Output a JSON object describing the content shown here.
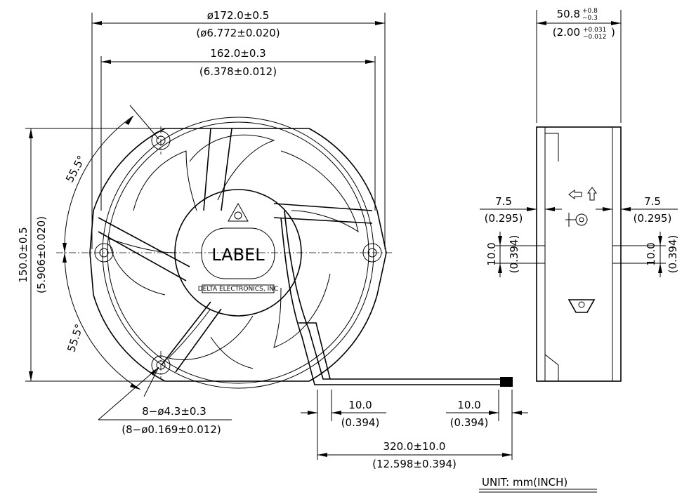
{
  "front_view": {
    "outer_diameter": "ø172.0±0.5",
    "outer_diameter_inch": "(ø6.772±0.020)",
    "flange_width": "162.0±0.3",
    "flange_width_inch": "(6.378±0.012)",
    "height": "150.0±0.5",
    "height_inch": "(5.906±0.020)",
    "angle_top": "55.5°",
    "angle_bottom": "55.5°",
    "hole_spec": "8−ø4.3±0.3",
    "hole_spec_inch": "(8−ø0.169±0.012)",
    "label_text": "LABEL",
    "maker_text": "DELTA ELECTRONICS, INC"
  },
  "lead_wire": {
    "strip_left": "10.0",
    "strip_left_inch": "(0.394)",
    "strip_right": "10.0",
    "strip_right_inch": "(0.394)",
    "length": "320.0±10.0",
    "length_inch": "(12.598±0.394)"
  },
  "side_view": {
    "depth": "50.8",
    "depth_tol_plus": "+0.8",
    "depth_tol_minus": "−0.3",
    "depth_inch": "(2.00",
    "depth_inch_tol_plus": "+0.031",
    "depth_inch_tol_minus": "−0.012",
    "depth_inch_close": ")",
    "left_offset": "7.5",
    "left_offset_inch": "(0.295)",
    "right_offset": "7.5",
    "right_offset_inch": "(0.295)",
    "left_slot": "10.0",
    "left_slot_inch": "(0.394)",
    "right_slot": "10.0",
    "right_slot_inch": "(0.394)"
  },
  "unit_note": "UNIT:  mm(INCH)"
}
